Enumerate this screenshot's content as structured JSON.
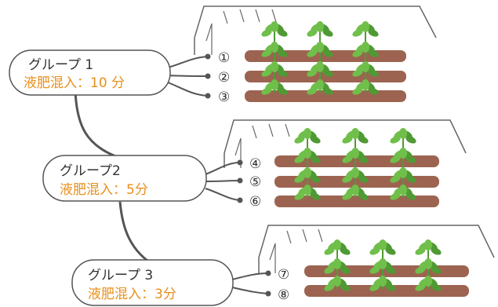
{
  "groups": [
    {
      "title": "グループ 1",
      "detail": "液肥混入：10 分",
      "lines": [
        "①",
        "②",
        "③"
      ]
    },
    {
      "title": "グループ2",
      "detail": "液肥混入：5分",
      "lines": [
        "④",
        "⑤",
        "⑥"
      ]
    },
    {
      "title": "グループ 3",
      "detail": "液肥混入：3分",
      "lines": [
        "⑦",
        "⑧"
      ]
    }
  ],
  "colors": {
    "soil": "#9c6450",
    "leaf": "#6fbf4a",
    "leaf_dark": "#4f9a34",
    "outline": "#666666",
    "accent": "#e8901c",
    "text": "#333333"
  }
}
